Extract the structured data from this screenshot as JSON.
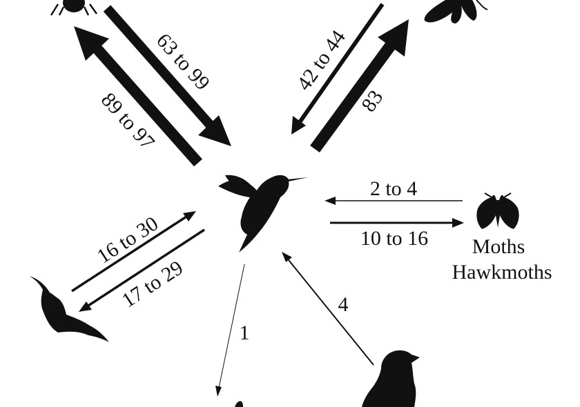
{
  "diagram": {
    "labels": {
      "bees_out": "63 to 99",
      "bees_in": "89 to 97",
      "butterflies_out": "42 to 44",
      "butterflies_in": "83",
      "moths_in": "2 to 4",
      "moths_out": "10 to 16",
      "bats_in": "16 to 30",
      "bats_out": "17 to 29",
      "other_out": "1",
      "passerines_in": "4"
    },
    "groups": {
      "moths_line1": "Moths",
      "moths_line2": "Hawkmoths"
    }
  },
  "colors": {
    "ink": "#111111",
    "background": "#ffffff"
  },
  "icons": [
    "bee-icon",
    "butterfly-icon",
    "hummingbird-icon",
    "moth-icon",
    "bat-icon",
    "passerine-bird-icon",
    "partial-animal-icon"
  ]
}
